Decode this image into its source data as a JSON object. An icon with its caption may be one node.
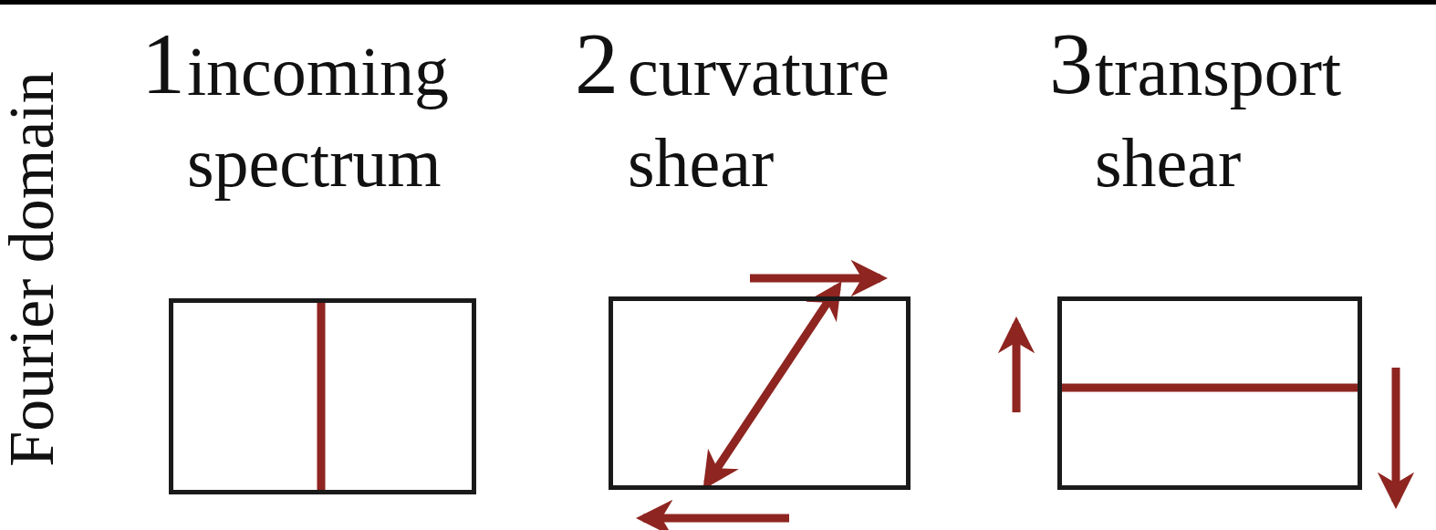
{
  "diagram": {
    "nodes": [
      {
        "text": [
          "1",
          "incoming spectrum"
        ]
      },
      {
        "text": [
          "2",
          "curvature shear"
        ]
      },
      {
        "text": [
          "3",
          "transport shear"
        ]
      }
    ],
    "labels": [
      "Fourier domain"
    ]
  }
}
